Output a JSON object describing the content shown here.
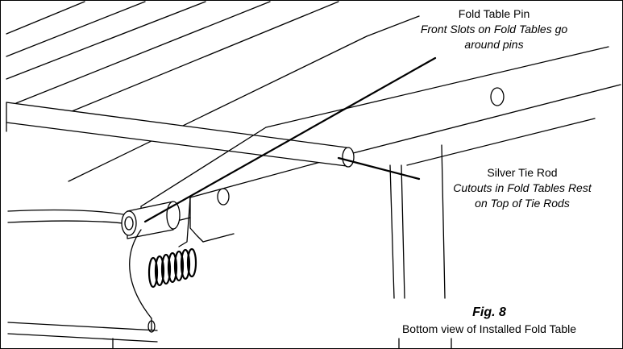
{
  "pin_callout": {
    "title": "Fold Table Pin",
    "note_line1": "Front Slots on Fold Tables go",
    "note_line2": "around pins"
  },
  "rod_callout": {
    "title": "Silver Tie Rod",
    "note_line1": "Cutouts in Fold Tables Rest",
    "note_line2": "on Top of Tie Rods"
  },
  "figure": {
    "number": "Fig. 8",
    "caption": "Bottom view of Installed Fold Table"
  }
}
